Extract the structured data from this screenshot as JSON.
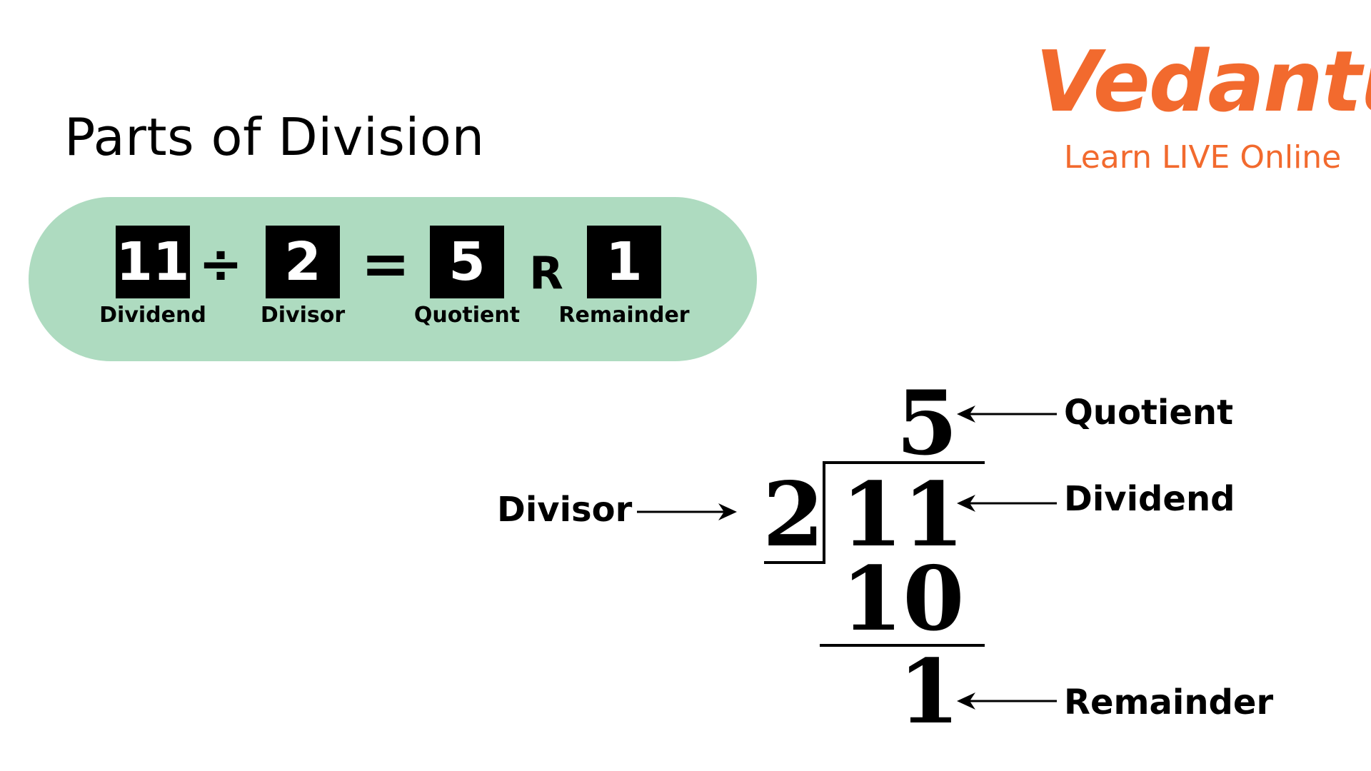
{
  "title": "Parts of Division",
  "logo": {
    "name": "Vedantu",
    "tagline": "Learn LIVE Online",
    "color": "#F26A2E"
  },
  "equation": {
    "dividend": "11",
    "divide_sign": "÷",
    "divisor": "2",
    "equals_sign": "=",
    "quotient": "5",
    "remainder_sign": "R",
    "remainder": "1",
    "labels": {
      "dividend": "Dividend",
      "divisor": "Divisor",
      "quotient": "Quotient",
      "remainder": "Remainder"
    },
    "pill_color": "#AEDBC0"
  },
  "long_division": {
    "quotient": "5",
    "divisor": "2",
    "dividend": "11",
    "product": "10",
    "remainder": "1",
    "labels": {
      "quotient": "Quotient",
      "divisor": "Divisor",
      "dividend": "Dividend",
      "remainder": "Remainder"
    }
  }
}
